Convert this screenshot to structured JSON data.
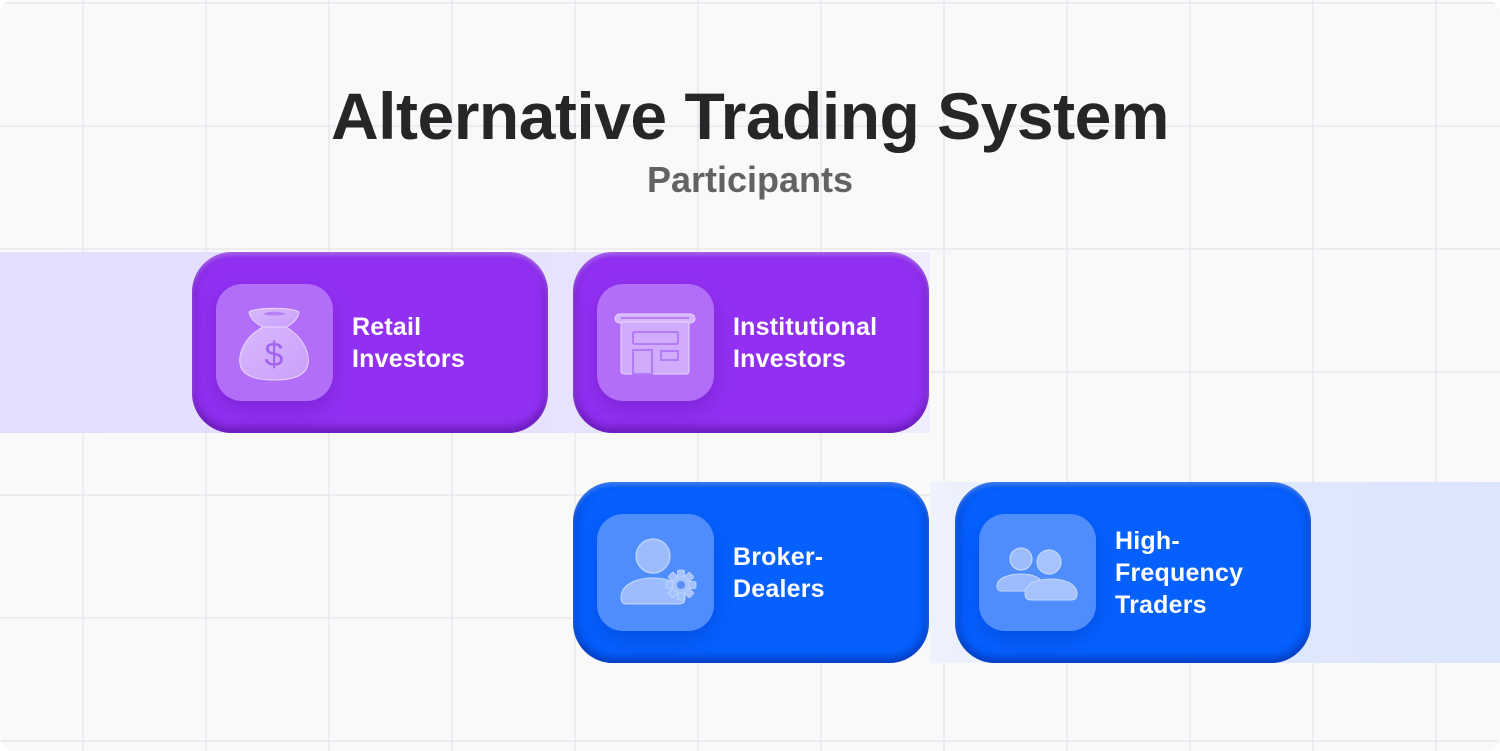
{
  "header": {
    "title": "Alternative Trading System",
    "subtitle": "Participants"
  },
  "colors": {
    "background": "#f9f9fa",
    "title": "#262626",
    "subtitle": "#626262",
    "purple_card": "#9130f1",
    "purple_icon_box": "#b26ef9",
    "purple_band": "#e3defd",
    "blue_card": "#0560fd",
    "blue_icon_box": "#4f8cfc",
    "blue_band": "#dbe5fc",
    "card_text": "#ffffff"
  },
  "participants": [
    {
      "id": "retail",
      "lines": [
        "Retail",
        "Investors"
      ],
      "icon": "money-bag-icon",
      "group": "purple"
    },
    {
      "id": "institutional",
      "lines": [
        "Institutional",
        "Investors"
      ],
      "icon": "building-icon",
      "group": "purple"
    },
    {
      "id": "broker-dealers",
      "lines": [
        "Broker-",
        "Dealers"
      ],
      "icon": "user-gear-icon",
      "group": "blue"
    },
    {
      "id": "hft",
      "lines": [
        "High-",
        "Frequency",
        "Traders"
      ],
      "icon": "users-icon",
      "group": "blue"
    }
  ]
}
